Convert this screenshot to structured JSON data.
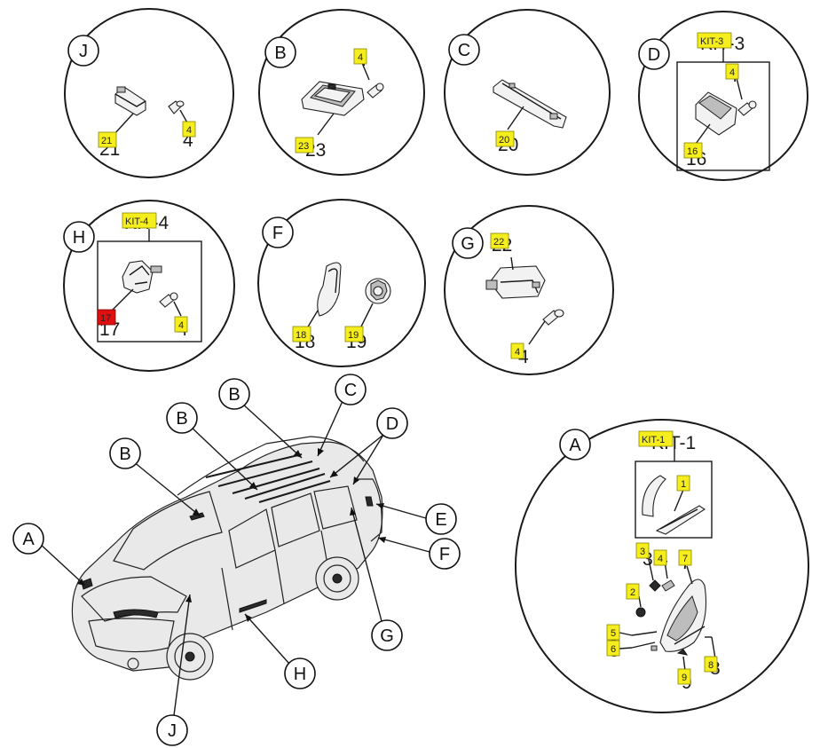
{
  "callouts": {
    "J": "J",
    "B": "B",
    "C": "C",
    "D": "D",
    "H": "H",
    "F": "F",
    "G": "G",
    "A": "A",
    "E": "E"
  },
  "kits": {
    "d": "KIT-3",
    "d_print": "KIT-3",
    "h": "KIT-4",
    "h_print": "KIT-4",
    "a": "KIT-1",
    "a_print": "KIT-1"
  },
  "parts": {
    "j": [
      "21",
      "4"
    ],
    "b": [
      "4",
      "23"
    ],
    "c": [
      "20"
    ],
    "d": [
      "4",
      "16"
    ],
    "h": [
      "17",
      "4"
    ],
    "f": [
      "18",
      "19"
    ],
    "g": [
      "22",
      "4"
    ],
    "a": [
      "1",
      "3",
      "4",
      "7",
      "2",
      "5",
      "6",
      "8",
      "9"
    ]
  },
  "colors": {
    "tag": "#f5ee1c",
    "tag_highlight": "#e01010",
    "line": "#1a1a1a"
  }
}
